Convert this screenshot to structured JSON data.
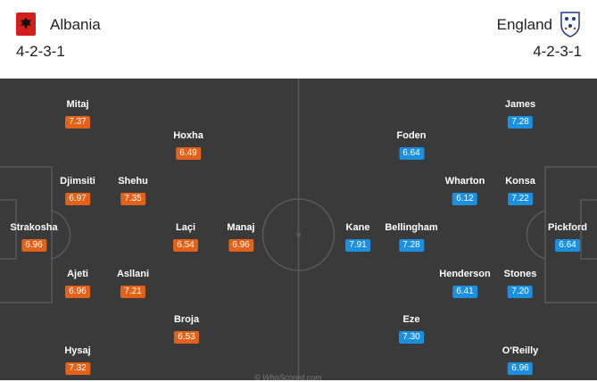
{
  "home": {
    "name": "Albania",
    "formation": "4-2-3-1",
    "flag_icon": "albania-flag-icon",
    "color": "#e2621a"
  },
  "away": {
    "name": "England",
    "formation": "4-2-3-1",
    "flag_icon": "england-crest-icon",
    "color": "#1b8fe0"
  },
  "home_players": [
    {
      "name": "Mitaj",
      "rating": "7.37"
    },
    {
      "name": "Hoxha",
      "rating": "6.49"
    },
    {
      "name": "Djimsiti",
      "rating": "6.97"
    },
    {
      "name": "Shehu",
      "rating": "7.35"
    },
    {
      "name": "Strakosha",
      "rating": "6.96"
    },
    {
      "name": "Laçi",
      "rating": "6.54"
    },
    {
      "name": "Manaj",
      "rating": "6.96"
    },
    {
      "name": "Ajeti",
      "rating": "6.96"
    },
    {
      "name": "Asllani",
      "rating": "7.21"
    },
    {
      "name": "Broja",
      "rating": "6.53"
    },
    {
      "name": "Hysaj",
      "rating": "7.32"
    }
  ],
  "away_players": [
    {
      "name": "James",
      "rating": "7.28"
    },
    {
      "name": "Foden",
      "rating": "6.64"
    },
    {
      "name": "Wharton",
      "rating": "6.12"
    },
    {
      "name": "Konsa",
      "rating": "7.22"
    },
    {
      "name": "Kane",
      "rating": "7.91"
    },
    {
      "name": "Bellingham",
      "rating": "7.28"
    },
    {
      "name": "Pickford",
      "rating": "6.64"
    },
    {
      "name": "Henderson",
      "rating": "6.41"
    },
    {
      "name": "Stones",
      "rating": "7.20"
    },
    {
      "name": "Eze",
      "rating": "7.30"
    },
    {
      "name": "O'Reilly",
      "rating": "6.96"
    }
  ],
  "watermark": "© WhoScored.com"
}
